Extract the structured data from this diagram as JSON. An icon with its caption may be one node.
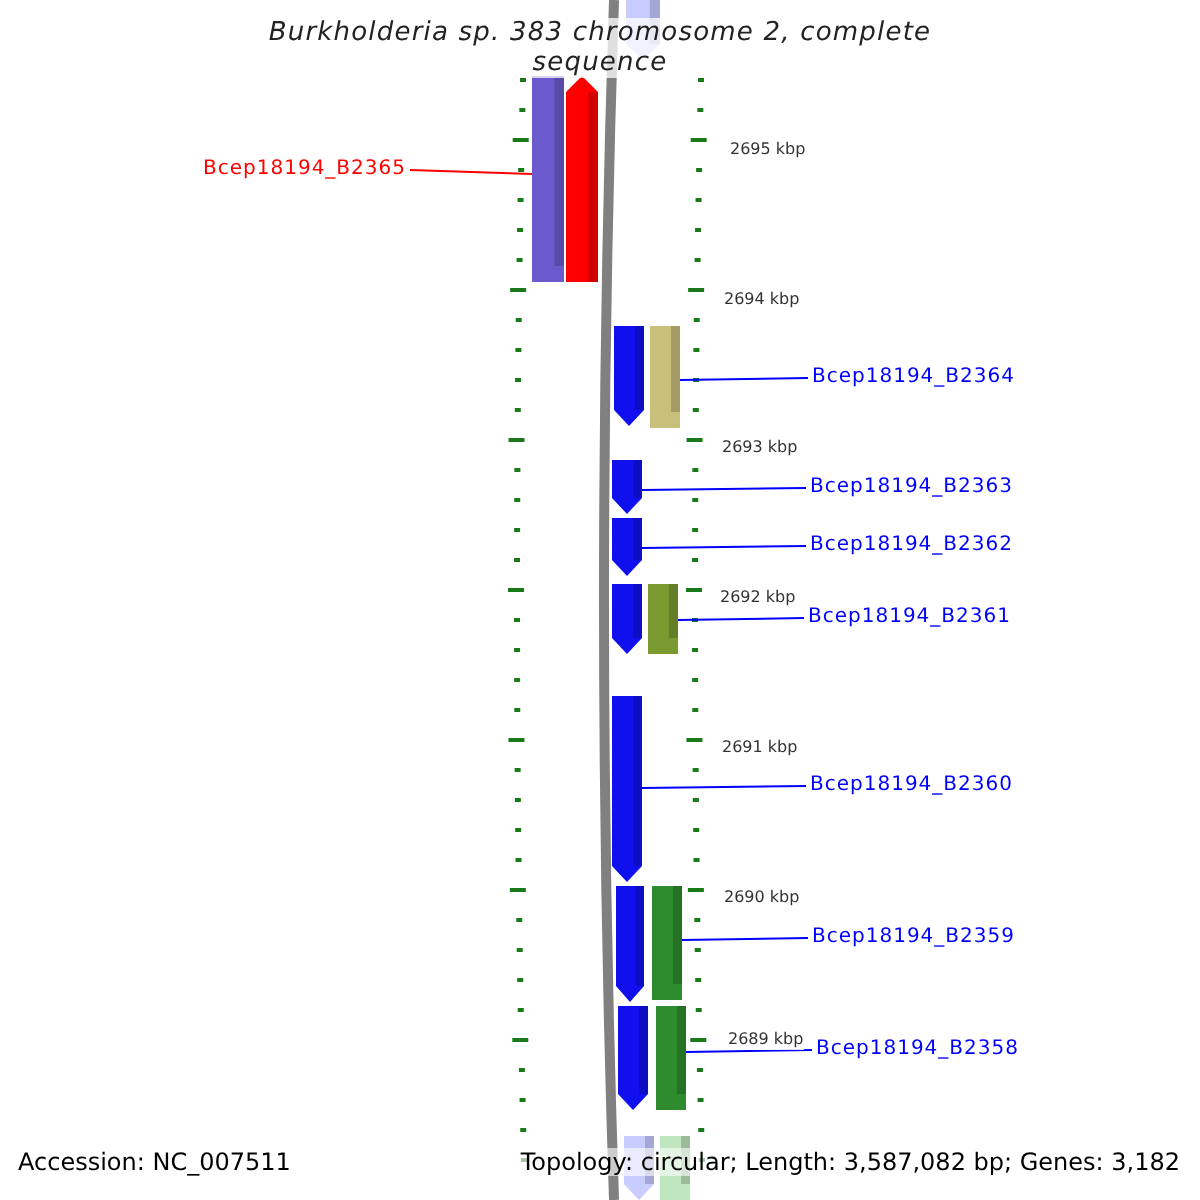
{
  "diagram": {
    "title": "Burkholderia sp. 383 chromosome 2, complete sequence",
    "nodes": [
      {
        "text": [],
        "shape": "bar"
      },
      {
        "text": [],
        "shape": "bar"
      },
      {
        "text": [],
        "shape": "bar"
      },
      {
        "text": [],
        "shape": "bar"
      },
      {
        "text": [],
        "shape": "bar"
      },
      {
        "text": [],
        "shape": "bar"
      },
      {
        "text": [],
        "shape": "bar"
      },
      {
        "text": [],
        "shape": "bar"
      },
      {
        "text": [],
        "shape": "bar"
      },
      {
        "text": [],
        "shape": "bar"
      },
      {
        "text": [],
        "shape": "bar"
      },
      {
        "text": [],
        "shape": "bar"
      },
      {
        "text": [],
        "shape": "bar"
      },
      {
        "text": [],
        "shape": "bar"
      },
      {
        "text": [],
        "shape": "bar"
      },
      {
        "text": [],
        "shape": "bar"
      },
      {
        "text": [
          "Bcep18194_B2365"
        ]
      },
      {
        "text": [
          "Bcep18194_B2364"
        ]
      },
      {
        "text": [
          "Bcep18194_B2363"
        ]
      },
      {
        "text": [
          "Bcep18194_B2362"
        ]
      },
      {
        "text": [
          "Bcep18194_B2361"
        ]
      },
      {
        "text": [
          "Bcep18194_B2360"
        ]
      },
      {
        "text": [
          "Bcep18194_B2359"
        ]
      },
      {
        "text": [
          "Bcep18194_B2358"
        ]
      }
    ],
    "edges": [
      {
        "from": 16,
        "to": 1,
        "arrow": "none",
        "color": "#ff0000"
      },
      {
        "from": 17,
        "to": 4,
        "arrow": "none"
      },
      {
        "from": 18,
        "to": 5,
        "arrow": "none"
      },
      {
        "from": 19,
        "to": 6,
        "arrow": "none"
      },
      {
        "from": 20,
        "to": 8,
        "arrow": "none"
      },
      {
        "from": 21,
        "to": 9,
        "arrow": "none"
      },
      {
        "from": 22,
        "to": 11,
        "arrow": "none"
      },
      {
        "from": 23,
        "to": 13,
        "arrow": "none"
      }
    ],
    "labels": [
      "2695 kbp",
      "2694 kbp",
      "2693 kbp",
      "2692 kbp",
      "2691 kbp",
      "2690 kbp",
      "2689 kbp",
      "Accession: NC_007511",
      "Topology: circular; Length: 3,587,082 bp; Genes: 3,182"
    ]
  }
}
